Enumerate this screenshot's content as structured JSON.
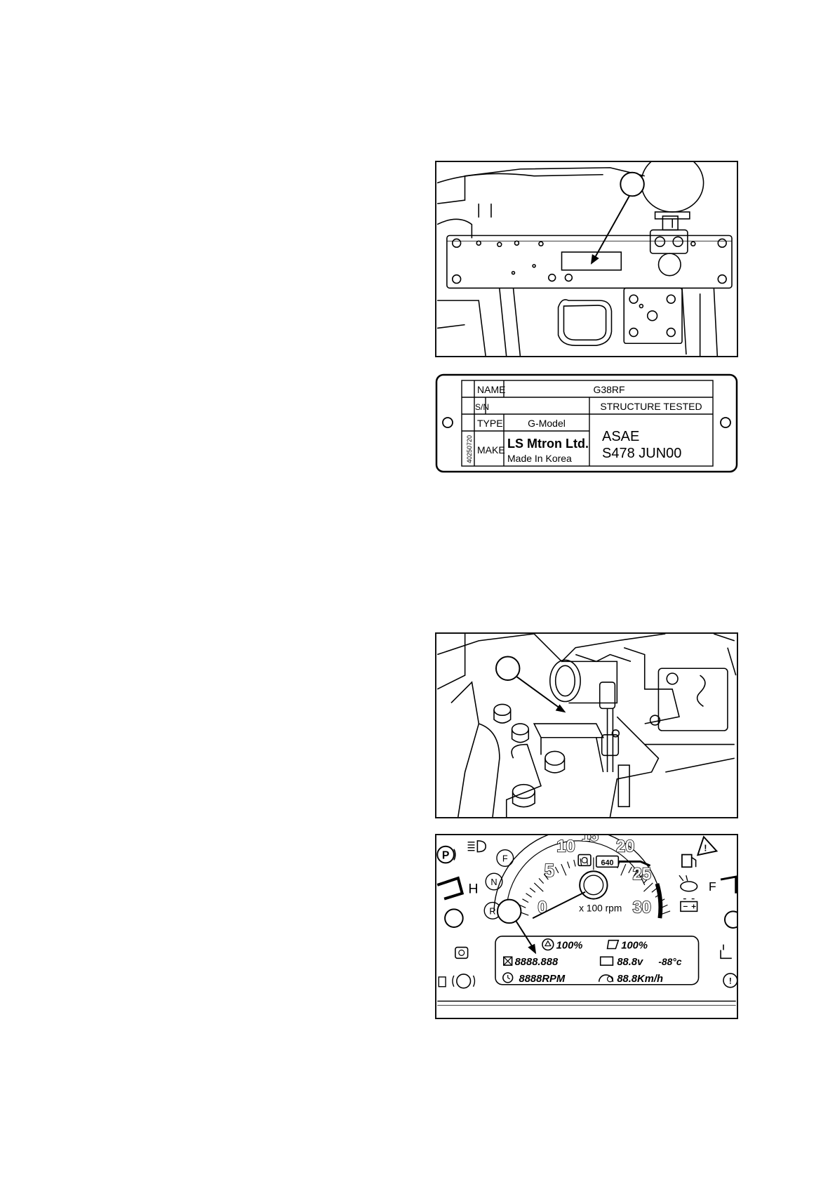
{
  "plate": {
    "name_label": "NAME",
    "name_value": "G38RF",
    "sn_label": "S/N",
    "structure_tested": "STRUCTURE TESTED",
    "type_label": "TYPE",
    "type_value": "G-Model",
    "make_label": "MAKE",
    "make_company": "LS Mtron Ltd.",
    "make_origin": "Made In Korea",
    "standard_line1": "ASAE",
    "standard_line2": "S478 JUN00",
    "part_number": "40250720"
  },
  "dashboard": {
    "tach_numbers": [
      "0",
      "5",
      "10",
      "15",
      "20",
      "25",
      "30"
    ],
    "tach_unit": "x 100 rpm",
    "pto_badge": "640",
    "gear_indicators": [
      "F",
      "N",
      "R"
    ],
    "p_indicator": "P",
    "fuel_full": "F",
    "temp_hot": "H",
    "lcd": {
      "percent_left": "100%",
      "percent_right": "100%",
      "odometer": "8888.888",
      "voltage": "88.8v",
      "temperature": "-88°c",
      "rpm": "8888RPM",
      "speed": "88.8Km/h"
    }
  }
}
